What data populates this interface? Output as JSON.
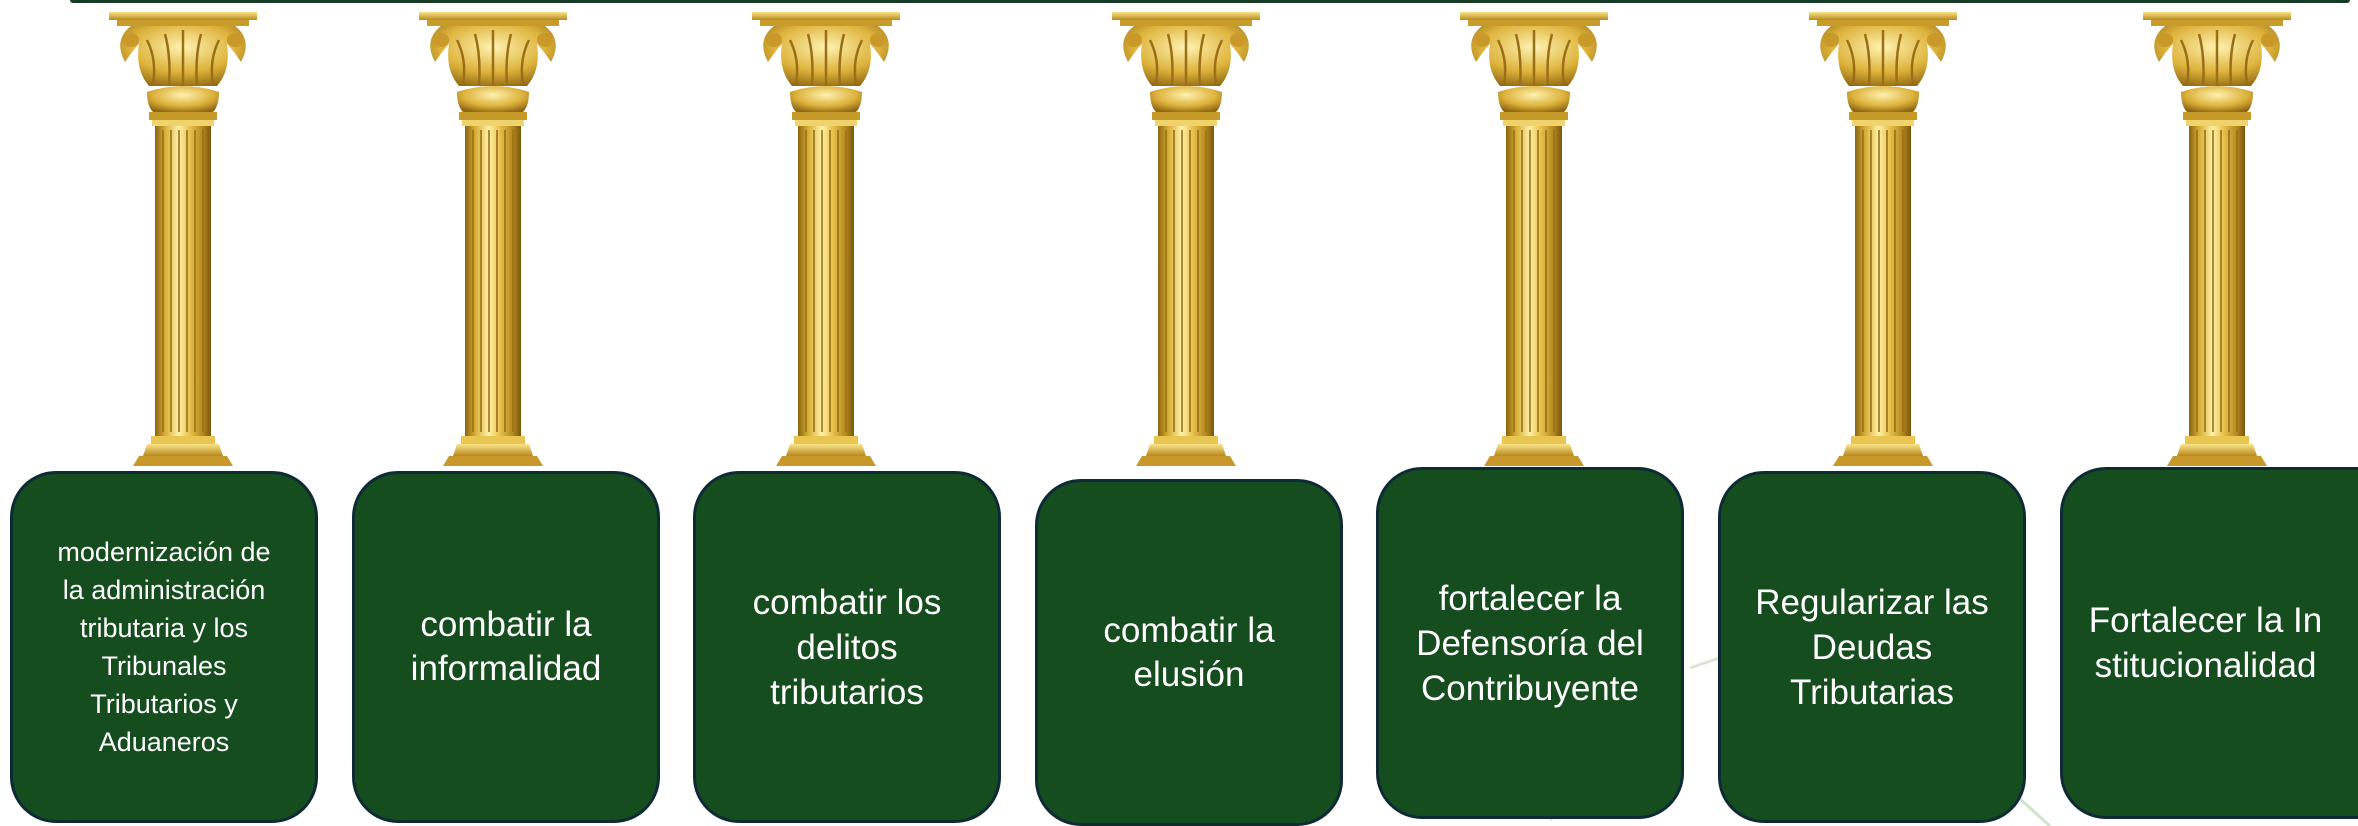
{
  "colors": {
    "box_fill": "#154d1f",
    "box_border": "#0e2a35",
    "box_text": "#ffffff",
    "column_gold": "#e7c24a",
    "top_bar": "#173d28"
  },
  "pillars": [
    {
      "label": "modernización de la administración tributaria y los Tribunales Tributarios y Aduaneros",
      "icon": "corinthian-column-icon"
    },
    {
      "label": "combatir la informalidad",
      "icon": "corinthian-column-icon"
    },
    {
      "label": "combatir los delitos tributarios",
      "icon": "corinthian-column-icon"
    },
    {
      "label": "combatir la elusión",
      "icon": "corinthian-column-icon"
    },
    {
      "label": "fortalecer la Defensoría del Contribuyente",
      "icon": "corinthian-column-icon"
    },
    {
      "label": "Regularizar las Deudas Tributarias",
      "icon": "corinthian-column-icon"
    },
    {
      "label": "Fortalecer la Institucionalidad",
      "icon": "corinthian-column-icon"
    }
  ]
}
